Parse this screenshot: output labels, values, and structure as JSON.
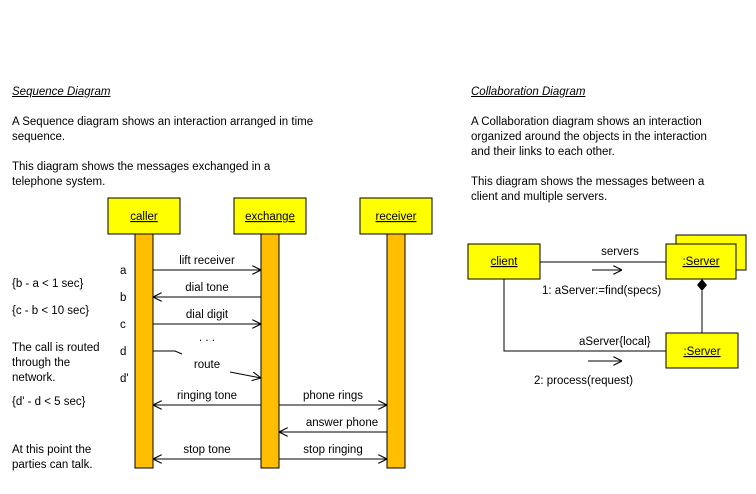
{
  "sequence": {
    "heading": "Sequence Diagram",
    "intro_lines": [
      "A Sequence diagram shows an interaction arranged in time",
      "sequence."
    ],
    "desc_lines": [
      "This diagram shows the messages exchanged in a",
      "telephone system."
    ],
    "objects": {
      "caller": "caller",
      "exchange": "exchange",
      "receiver": "receiver"
    },
    "time_marks": {
      "a": "a",
      "b": "b",
      "c": "c",
      "d": "d",
      "d_prime": "d'"
    },
    "constraints": {
      "b_a": "{b - a < 1 sec}",
      "c_b": "{c - b < 10 sec}",
      "d_d": "{d' - d < 5 sec}"
    },
    "notes": {
      "routed": [
        "The call is routed",
        "through the",
        "network."
      ],
      "talk": [
        "At this point the",
        "parties can talk."
      ]
    },
    "messages": {
      "lift_receiver": "lift receiver",
      "dial_tone": "dial tone",
      "dial_digit": "dial digit",
      "ellipsis": ". . .",
      "route": "route",
      "ringing_tone": "ringing tone",
      "phone_rings": "phone rings",
      "answer_phone": "answer phone",
      "stop_tone": "stop tone",
      "stop_ringing": "stop ringing"
    }
  },
  "collaboration": {
    "heading": "Collaboration Diagram",
    "intro_lines": [
      "A Collaboration diagram shows an interaction",
      "organized around the objects in the interaction",
      "and their links to each other."
    ],
    "desc_lines": [
      "This diagram shows the messages between a",
      "client and multiple servers."
    ],
    "objects": {
      "client": "client",
      "server_multi": ":Server",
      "server": ":Server"
    },
    "labels": {
      "servers": "servers",
      "find": "1: aServer:=find(specs)",
      "local": "aServer{local}",
      "process": "2: process(request)"
    }
  },
  "colors": {
    "object_fill": "#ffff00",
    "lifeline_fill": "#ffbf00",
    "stroke": "#000000"
  }
}
